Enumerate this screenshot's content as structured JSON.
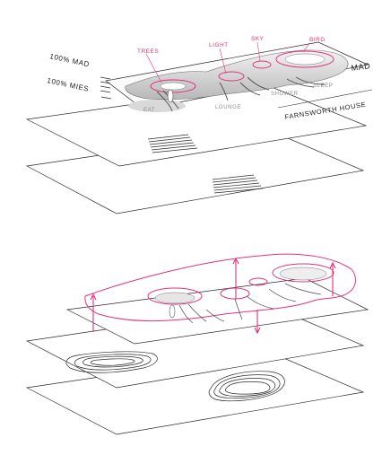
{
  "labels": {
    "mad": "100% MAD",
    "mies": "100% MIES",
    "mad_right": "MAD",
    "farnsworth": "FARNSWORTH HOUSE",
    "trees": "TREES",
    "light": "LIGHT",
    "sky": "SKY",
    "bird": "BIRD",
    "eat": "EAT",
    "lounge": "LOUNGE",
    "shower": "SHOWER",
    "sleep": "SLEEP"
  },
  "colors": {
    "accent": "#e0337f",
    "ink": "#2a2a2a",
    "shade": "#bdbdbd"
  }
}
